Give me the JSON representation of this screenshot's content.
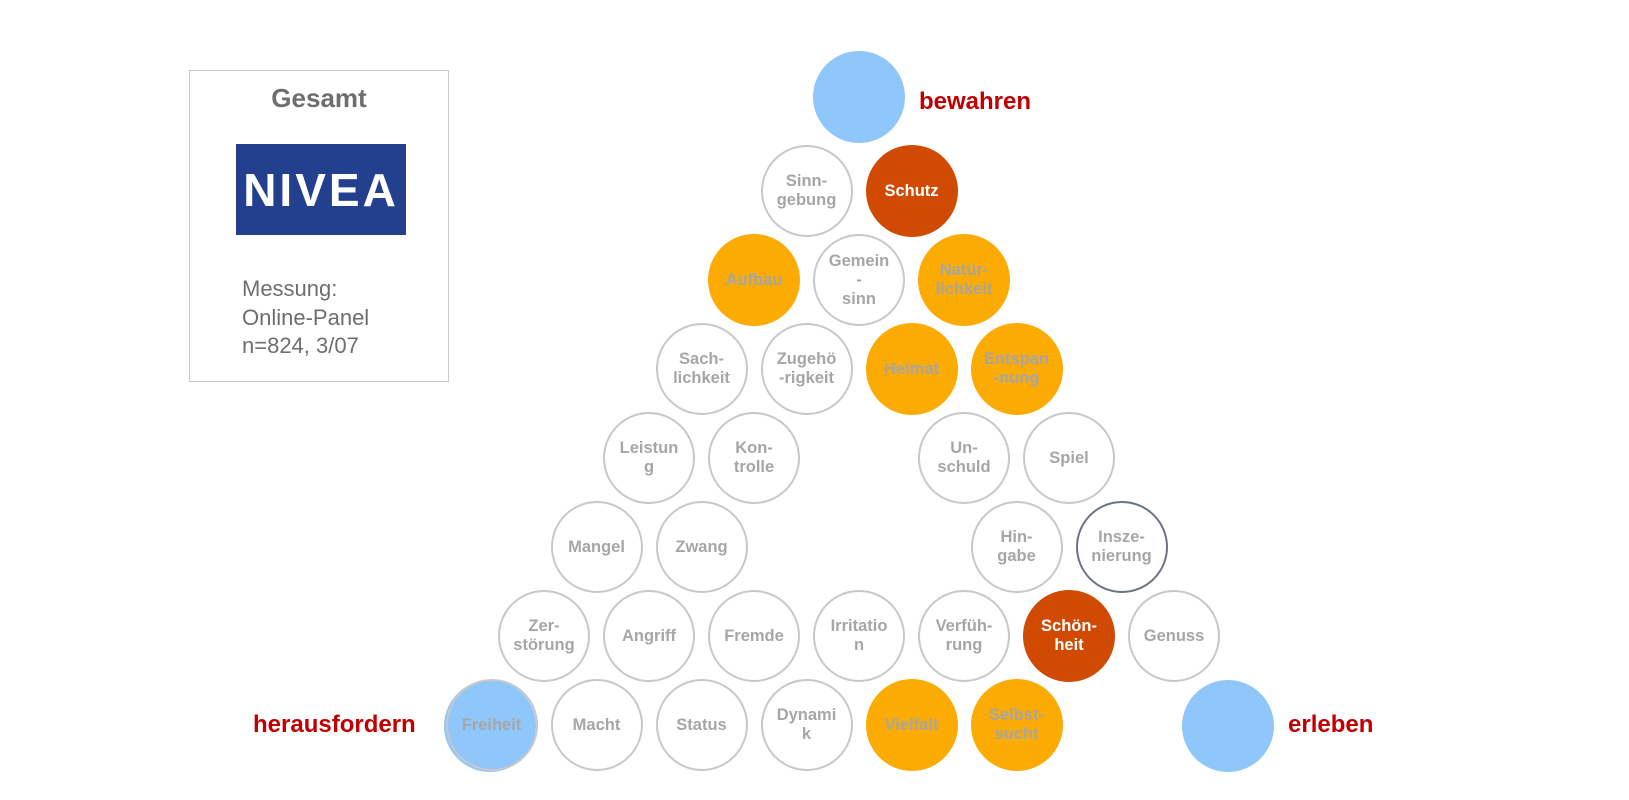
{
  "info": {
    "title": "Gesamt",
    "logo_text": "NIVEA",
    "lines": [
      "Messung:",
      "Online-Panel",
      "n=824, 3/07"
    ]
  },
  "corners": {
    "top": "bewahren",
    "left": "herausfordern",
    "right": "erleben"
  },
  "colors": {
    "corner_circle": "#8fc7fb",
    "highlight_dark": "#d04a02",
    "highlight_light": "#fbab02",
    "outline": "#c8c8c8",
    "outline_dark": "#6b7280",
    "label_gray": "#a6a6a6",
    "corner_text": "#c00000"
  },
  "rows": [
    [
      {
        "id": "sinngebung",
        "label": "Sinn-\ngebung",
        "state": "none"
      },
      {
        "id": "schutz",
        "label": "Schutz",
        "state": "dark"
      }
    ],
    [
      {
        "id": "aufbau",
        "label": "Aufbau",
        "state": "light"
      },
      {
        "id": "gemeinsinn",
        "label": "Gemein\n-\nsinn",
        "state": "none"
      },
      {
        "id": "natuerlichkeit",
        "label": "Natür-\nlichkeit",
        "state": "light"
      }
    ],
    [
      {
        "id": "sachlichkeit",
        "label": "Sach-\nlichkeit",
        "state": "none"
      },
      {
        "id": "zugehoerigkeit",
        "label": "Zugehö\n-rigkeit",
        "state": "none"
      },
      {
        "id": "heimat",
        "label": "Heimat",
        "state": "light"
      },
      {
        "id": "entspannung",
        "label": "Entspan\n-nung",
        "state": "light"
      }
    ],
    [
      {
        "id": "leistung",
        "label": "Leistun\ng",
        "state": "none"
      },
      {
        "id": "kontrolle",
        "label": "Kon-\ntrolle",
        "state": "none"
      },
      null,
      {
        "id": "unschuld",
        "label": "Un-\nschuld",
        "state": "none"
      },
      {
        "id": "spiel",
        "label": "Spiel",
        "state": "none"
      }
    ],
    [
      {
        "id": "mangel",
        "label": "Mangel",
        "state": "none"
      },
      {
        "id": "zwang",
        "label": "Zwang",
        "state": "none"
      },
      null,
      null,
      {
        "id": "hingabe",
        "label": "Hin-\ngabe",
        "state": "none"
      },
      {
        "id": "inszenierung",
        "label": "Insze-\nnierung",
        "state": "outline-dark"
      }
    ],
    [
      {
        "id": "zerstoerung",
        "label": "Zer-\nstörung",
        "state": "none"
      },
      {
        "id": "angriff",
        "label": "Angriff",
        "state": "none"
      },
      {
        "id": "fremde",
        "label": "Fremde",
        "state": "none"
      },
      {
        "id": "irritation",
        "label": "Irritatio\nn",
        "state": "none"
      },
      {
        "id": "verfuehrung",
        "label": "Verfüh-\nrung",
        "state": "none"
      },
      {
        "id": "schoenheit",
        "label": "Schön-\nheit",
        "state": "dark"
      },
      {
        "id": "genuss",
        "label": "Genuss",
        "state": "none"
      }
    ],
    [
      {
        "id": "freiheit",
        "label": "Freiheit",
        "state": "none"
      },
      {
        "id": "macht",
        "label": "Macht",
        "state": "none"
      },
      {
        "id": "status",
        "label": "Status",
        "state": "none"
      },
      {
        "id": "dynamik",
        "label": "Dynami\nk",
        "state": "none"
      },
      {
        "id": "vielfalt",
        "label": "Vielfalt",
        "state": "light"
      },
      {
        "id": "selbstsucht",
        "label": "Selbst-\nsucht",
        "state": "light"
      }
    ]
  ]
}
